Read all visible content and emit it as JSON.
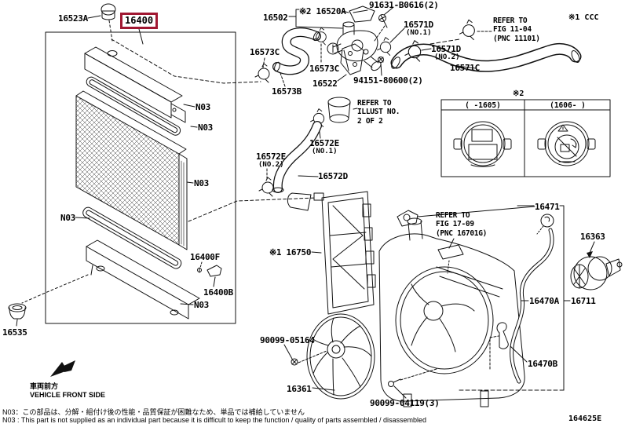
{
  "colors": {
    "highlight_box": "#a01832",
    "line_art": "#111111"
  },
  "parts": {
    "p16523a": "16523A",
    "p16400": "16400",
    "p16502": "16502",
    "p16520a": "※2 16520A",
    "p91631": "91631-B0616(2)",
    "p16571d": "16571D",
    "p16571c": "16571C",
    "p16573c": "16573C",
    "p16573b": "16573B",
    "p16522": "16522",
    "p94151": "94151-80600(2)",
    "p16572e": "16572E",
    "p16572d": "16572D",
    "p16750": "※1 16750",
    "p16471": "16471",
    "p16363": "16363",
    "p16470a": "16470A",
    "p16711": "16711",
    "p16470b": "16470B",
    "p90099_05164": "90099-05164",
    "p16361": "16361",
    "p90099_04119": "90099-04119(3)",
    "p16535": "16535",
    "p16400f": "16400F",
    "p16400b": "16400B",
    "n03": "N03",
    "sub_no1": "(NO.1)",
    "sub_no2": "(NO.2)"
  },
  "refer": {
    "fig_11_04": "REFER TO\nFIG 11-04\n(PNC 11101)",
    "illust": "REFER TO\nILLUST NO.\n2 OF 2",
    "fig_17_09": "REFER TO\nFIG 17-09\n(PNC 16701G)"
  },
  "table": {
    "marker": "※2",
    "col_left": "(  -1605)",
    "col_right": "(1606-  )"
  },
  "notes": {
    "marker1": "※1 CCC",
    "front_jp": "車両前方",
    "front_en": "VEHICLE FRONT SIDE",
    "n03_jp": "N03：この部品は、分解・組付け後の性能・品質保証が困難なため、単品では補給していません",
    "n03_en": "N03 : This part is not supplied as an individual part because it is difficult to keep the function / quality of parts assembled / disassembled"
  },
  "doc": {
    "code": "164625E"
  }
}
